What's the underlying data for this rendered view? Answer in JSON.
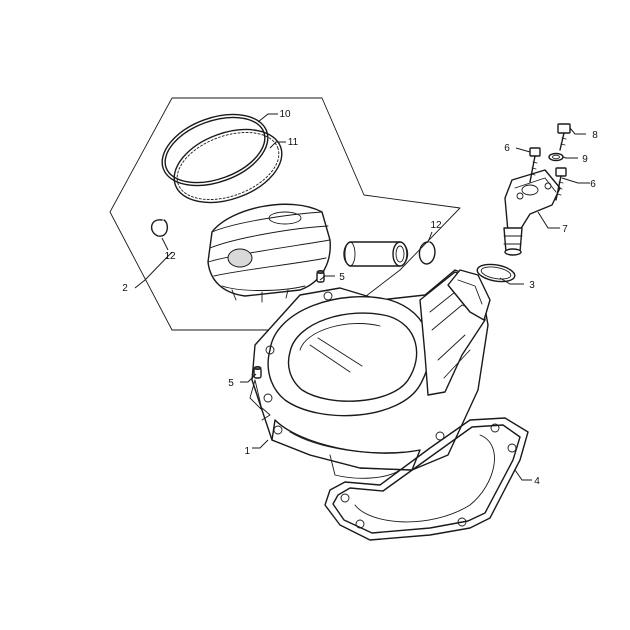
{
  "callouts": {
    "c1": "1",
    "c2": "2",
    "c3": "3",
    "c4": "4",
    "c5a": "5",
    "c5b": "5",
    "c6a": "6",
    "c6b": "6",
    "c7": "7",
    "c8": "8",
    "c9": "9",
    "c10": "10",
    "c11": "11",
    "c12a": "12",
    "c12b": "12"
  },
  "colors": {
    "line": "#1a1a1a",
    "background": "#ffffff"
  }
}
